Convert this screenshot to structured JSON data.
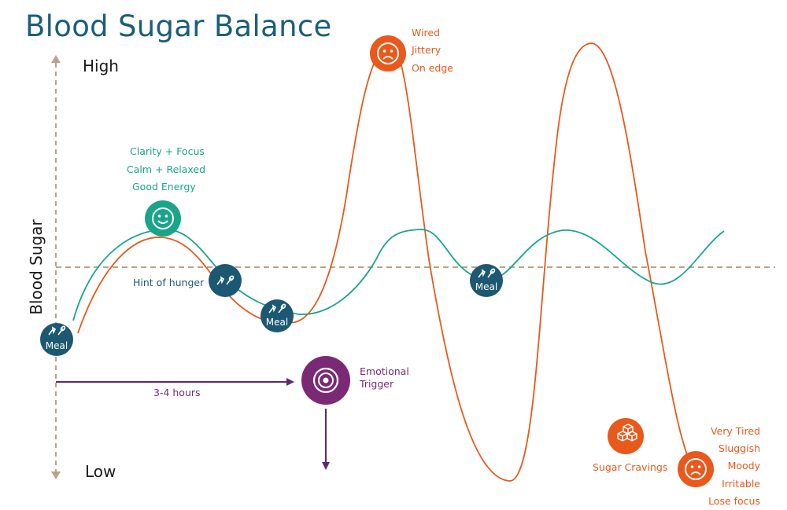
{
  "title": "Blood Sugar Balance",
  "axis": {
    "high": "High",
    "low": "Low",
    "ylabel": "Blood Sugar"
  },
  "balanced_state": [
    "Clarity + Focus",
    "Calm + Relaxed",
    "Good Energy"
  ],
  "hunger_label": "Hint of hunger",
  "meal_label": "Meal",
  "high_state": [
    "Wired",
    "Jittery",
    "On edge"
  ],
  "time_label": "3-4 hours",
  "trigger_label": [
    "Emotional",
    "Trigger"
  ],
  "cravings_label": "Sugar Cravings",
  "low_state": [
    "Very Tired",
    "Sluggish",
    "Moody",
    "Irritable",
    "Lose focus"
  ],
  "icons": {
    "meal": "fork-knife-icon",
    "happy": "happy-face-icon",
    "sad": "sad-face-icon",
    "target": "target-icon",
    "cubes": "sugar-cubes-icon"
  },
  "colors": {
    "balanced_curve": "#1aa58a",
    "spike_curve": "#e8591b",
    "meal_marker": "#1c5872",
    "trigger": "#7a2a74",
    "baseline": "#b8a48a",
    "title": "#1a5f79"
  }
}
